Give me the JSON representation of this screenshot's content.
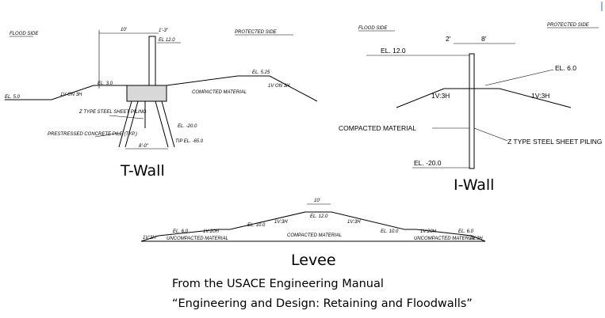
{
  "twall": {
    "title": "T-Wall",
    "flood_side": "FLOOD SIDE",
    "protected_side": "PROTECTED SIDE",
    "dim_top": "10'",
    "dim_stem": "1'-3\"",
    "el_top": "EL 12.0",
    "el_left_ground": "EL. 5.0",
    "slope_left": "1V ON 3H",
    "el_berm": "EL. 3.0",
    "compacted": "COMPACTED MATERIAL",
    "el_right": "EL. 5.25",
    "slope_right": "1V ON 3H",
    "sheet_piling": "Z TYPE STEEL SHEET PILING",
    "el_sheet_tip": "EL. -20.0",
    "piles": "PRESTRESSED CONCRETE PILE (TYP.)",
    "tip_el": "TIP EL. -65.0",
    "dim_base": "8'-0\""
  },
  "iwall": {
    "title": "I-Wall",
    "flood_side": "FLOOD SIDE",
    "protected_side": "PROTECTED SIDE",
    "dim_left": "2'",
    "dim_right": "8'",
    "el_top": "EL. 12.0",
    "el_ground": "EL. 6.0",
    "slope_left": "1V:3H",
    "slope_right": "1V:3H",
    "compacted": "COMPACTED MATERIAL",
    "sheet_piling": "Z TYPE STEEL SHEET PILING",
    "el_tip": "EL. -20.0"
  },
  "levee": {
    "title": "Levee",
    "dim_crown": "10'",
    "el_crown": "EL. 12.0",
    "el_left_outer": "EL. 6.0",
    "slope_left_outer": "1V:20H",
    "el_left_berm": "EL. 10.0",
    "slope_left": "1V:3H",
    "compacted": "COMPACTED MATERIAL",
    "slope_right": "1V:3H",
    "el_right_berm": "EL. 10.0",
    "slope_right_outer": "1V:20H",
    "el_right_outer": "EL. 6.0",
    "uncompacted_left": "UNCOMPACTED MATERIAL",
    "uncompacted_right": "UNCOMPACTED MATERIAL",
    "edge_left": "1V:3H",
    "edge_right": "1V:3H"
  },
  "caption": {
    "line1": "From the USACE Engineering Manual",
    "line2": "“Engineering and Design: Retaining and Floodwalls”"
  }
}
